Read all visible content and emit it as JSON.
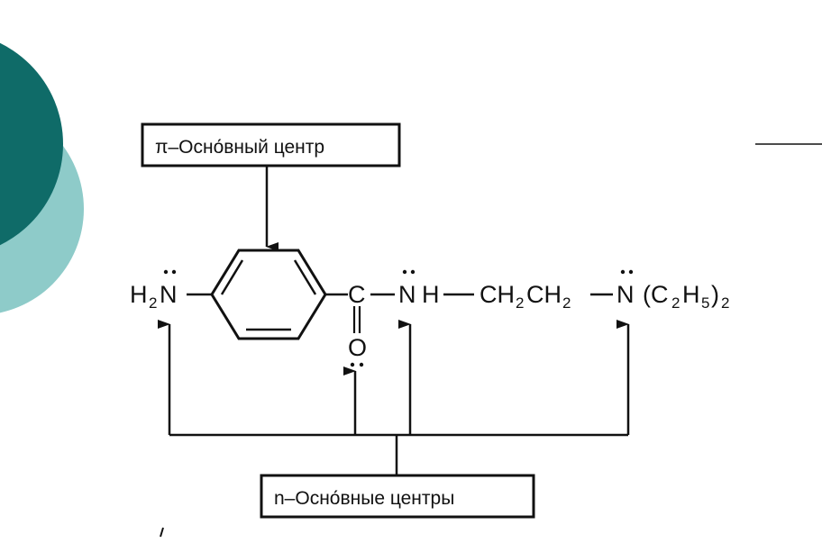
{
  "colors": {
    "dark_teal": "#0f6b68",
    "light_teal": "#8ecbc9",
    "ink": "#111111",
    "background": "#ffffff"
  },
  "labels": {
    "pi_center": "π–Осно́вный центр",
    "n_centers": "n–Осно́вные центры"
  },
  "molecule": {
    "amine_h": "H",
    "amine_sub": "2",
    "amine_n": "N",
    "carbonyl_c": "C",
    "carbonyl_o": "O",
    "amide_n": "N",
    "amide_h": "H",
    "ethylene_1": "CH",
    "ethylene_1_sub": "2",
    "ethylene_2": "CH",
    "ethylene_2_sub": "2",
    "amine3_n": "N",
    "diethyl_open": "(C",
    "diethyl_c_sub": "2",
    "diethyl_h": "H",
    "diethyl_h_sub": "5",
    "diethyl_close": ")",
    "diethyl_outer_sub": "2"
  }
}
